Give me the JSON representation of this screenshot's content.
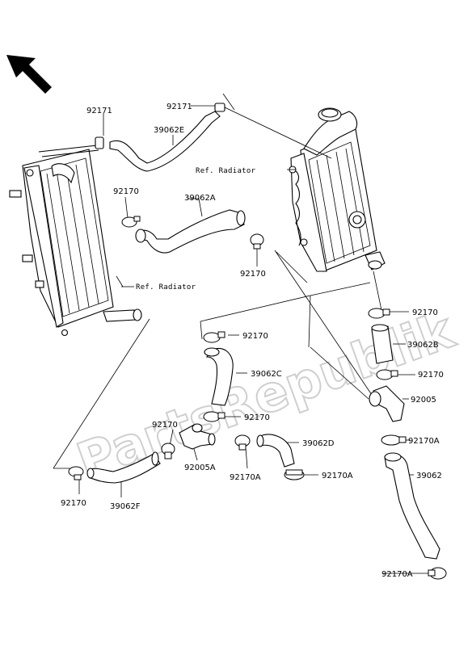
{
  "watermark": "PartsRepublik",
  "parts": {
    "hose_39062E": "39062E",
    "hose_39062A": "39062A",
    "hose_39062B": "39062B",
    "hose_39062C": "39062C",
    "hose_39062D": "39062D",
    "hose_39062F": "39062F",
    "hose_39062": "39062",
    "cap_92171_left": "92171",
    "cap_92171_right": "92171",
    "clamp_92170_upper_left": "92170",
    "clamp_92170_upper_mid": "92170",
    "clamp_92170_right_1": "92170",
    "clamp_92170_right_2": "92170",
    "clamp_92170_center_1": "92170",
    "clamp_92170_center_2": "92170",
    "clamp_92170_lower_mid": "92170",
    "clamp_92170_lower_left": "92170",
    "joint_92005": "92005",
    "joint_92005A": "92005A",
    "clamp_92170A_1": "92170A",
    "clamp_92170A_2": "92170A",
    "clamp_92170A_3": "92170A",
    "clamp_92170A_4": "92170A"
  },
  "refs": {
    "left_radiator": "Ref. Radiator",
    "right_radiator": "Ref. Radiator"
  },
  "icons": {
    "front_direction": "front-arrow-icon"
  }
}
